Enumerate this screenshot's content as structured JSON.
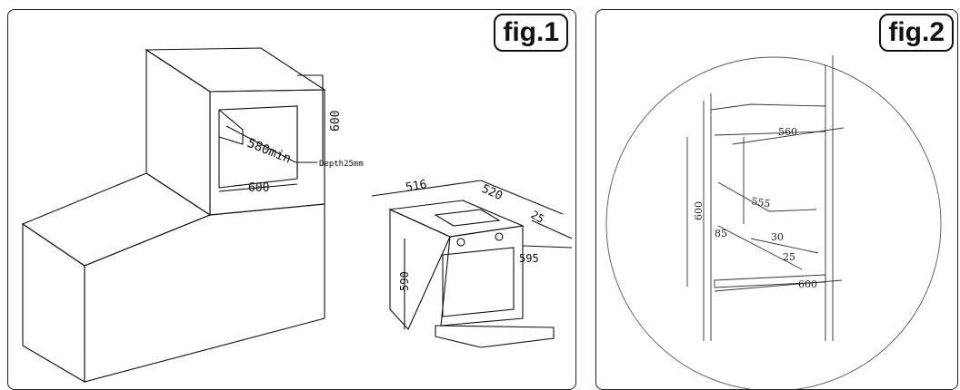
{
  "figures": [
    {
      "label": "fig.1",
      "dimensions": {
        "width": "600",
        "height": "600",
        "depth_min": "580min",
        "depth_note": "Depth25mm",
        "oven_width": "516",
        "oven_depth": "520",
        "oven_panel": "25",
        "oven_front_height": "595",
        "oven_height": "590"
      }
    },
    {
      "label": "fig.2",
      "dimensions": {
        "top_width": "560",
        "height": "600",
        "inner_depth": "555",
        "a": "85",
        "b": "30",
        "c": "25",
        "bottom_width": "600"
      }
    }
  ],
  "colors": {
    "line": "#111111",
    "panel_border": "#222222",
    "background": "#ffffff"
  }
}
